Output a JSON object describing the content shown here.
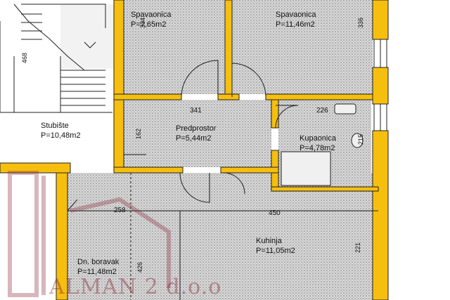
{
  "rooms": [
    {
      "name": "Spavaonica",
      "area": "P=7,65m2"
    },
    {
      "name": "Spavaonica",
      "area": "P=11,46m2"
    },
    {
      "name": "Stubište",
      "area": "P=10,48m2"
    },
    {
      "name": "Predprostor",
      "area": "P=5,44m2"
    },
    {
      "name": "Kupaonica",
      "area": "P=4,78m2"
    },
    {
      "name": "Kuhinja",
      "area": "P=11,05m2"
    },
    {
      "name": "Dn. boravak",
      "area": "P=11,48m2"
    }
  ],
  "dimensions": [
    "334",
    "336",
    "468",
    "341",
    "162",
    "226",
    "215",
    "258",
    "450",
    "221",
    "426"
  ],
  "watermark": "ALMAN 2 d.o.o",
  "colors": {
    "wall": "#f6bf0e",
    "hatch": "#9a9a9a",
    "watermark": "#8c2f3f",
    "line": "#111111"
  }
}
